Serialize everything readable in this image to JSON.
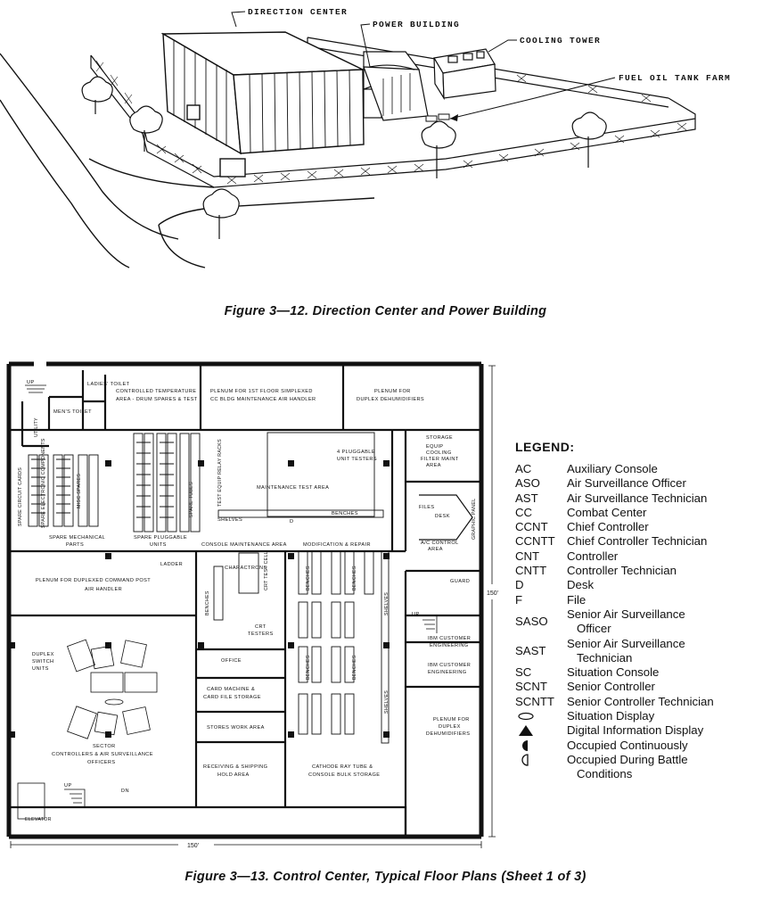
{
  "figure1": {
    "caption": "Figure 3—12. Direction Center and Power Building",
    "callouts": {
      "direction_center": "DIRECTION CENTER",
      "power_building": "POWER BUILDING",
      "cooling_tower": "COOLING TOWER",
      "fuel_oil_tank_farm": "FUEL OIL TANK FARM"
    }
  },
  "figure2": {
    "caption": "Figure 3—13. Control Center, Typical Floor Plans (Sheet 1 of 3)",
    "dimensions": {
      "width": "150'",
      "height": "150'"
    },
    "rooms": {
      "ladies_toilet": "LADIES' TOILET",
      "mens_toilet": "MEN'S TOILET",
      "utility": "UTILITY",
      "controlled_temp_1": "CONTROLLED TEMPERATURE",
      "controlled_temp_2": "AREA - DRUM SPARES & TEST",
      "plenum_first_1": "PLENUM FOR 1ST FLOOR SIMPLEXED",
      "plenum_first_2": "CC BLDG MAINTENANCE AIR HANDLER",
      "plenum_duplex_1": "PLENUM FOR",
      "plenum_duplex_2": "DUPLEX DEHUMIDIFIERS",
      "pluggable_testers_1": "4 PLUGGABLE",
      "pluggable_testers_2": "UNIT TESTERS",
      "storage": "STORAGE",
      "equip_cooling_1": "EQUIP",
      "equip_cooling_2": "COOLING",
      "equip_cooling_3": "FILTER MAINT",
      "equip_cooling_4": "AREA",
      "spare_circuit_cards": "SPARE CIRCUIT CARDS",
      "spare_electronic": "SPARE ELECTRONIC COMPONENTS",
      "misc_spares": "MISC SPARES",
      "spare_tubes": "SPARE TUBES",
      "test_equip": "TEST EQUIP RELAY RACKS",
      "maintenance_test_area": "MAINTENANCE TEST AREA",
      "benches": "BENCHES",
      "shelves": "SHELVES",
      "spare_mechanical_1": "SPARE MECHANICAL",
      "spare_mechanical_2": "PARTS",
      "spare_pluggable_1": "SPARE PLUGGABLE",
      "spare_pluggable_2": "UNITS",
      "console_maintenance": "CONSOLE MAINTENANCE AREA",
      "modification_repair": "MODIFICATION & REPAIR",
      "files": "FILES",
      "desk": "DESK",
      "ac_control_1": "A/C CONTROL",
      "ac_control_2": "AREA",
      "graphic_panel": "GRAPHIC PANEL",
      "guard": "GUARD",
      "up": "UP",
      "ladder": "LADDER",
      "plenum_duplexed_1": "PLENUM FOR DUPLEXED COMMAND POST",
      "plenum_duplexed_2": "AIR HANDLER",
      "characterons": "CHARACTRONS",
      "crt_test_cell": "CRT TEST CELL",
      "crt_testers_1": "CRT",
      "crt_testers_2": "TESTERS",
      "duplex_switch_1": "DUPLEX",
      "duplex_switch_2": "SWITCH",
      "duplex_switch_3": "UNITS",
      "office": "OFFICE",
      "card_machine_1": "CARD MACHINE &",
      "card_machine_2": "CARD FILE STORAGE",
      "stores_work": "STORES WORK AREA",
      "receiving_1": "RECEIVING & SHIPPING",
      "receiving_2": "HOLD AREA",
      "cathode_1": "CATHODE RAY TUBE &",
      "cathode_2": "CONSOLE BULK STORAGE",
      "ibm_customer_1": "IBM CUSTOMER",
      "ibm_customer_2": "ENGINEERING",
      "plenum_lower_1": "PLENUM FOR",
      "plenum_lower_2": "DUPLEX",
      "plenum_lower_3": "DEHUMIDIFIERS",
      "sector_1": "SECTOR",
      "sector_2": "CONTROLLERS & AIR SURVEILLANCE",
      "sector_3": "OFFICERS",
      "elevator": "ELEVATOR",
      "dn": "DN",
      "d_mark": "D"
    },
    "legend": {
      "title": "LEGEND:",
      "items": [
        {
          "code": "AC",
          "desc": "Auxiliary Console"
        },
        {
          "code": "ASO",
          "desc": "Air Surveillance Officer"
        },
        {
          "code": "AST",
          "desc": "Air Surveillance Technician"
        },
        {
          "code": "CC",
          "desc": "Combat Center"
        },
        {
          "code": "CCNT",
          "desc": "Chief Controller"
        },
        {
          "code": "CCNTT",
          "desc": "Chief Controller Technician"
        },
        {
          "code": "CNT",
          "desc": "Controller"
        },
        {
          "code": "CNTT",
          "desc": "Controller Technician"
        },
        {
          "code": "D",
          "desc": "Desk"
        },
        {
          "code": "F",
          "desc": "File"
        },
        {
          "code": "SASO",
          "desc": "Senior Air Surveillance",
          "desc2": "Officer"
        },
        {
          "code": "SAST",
          "desc": "Senior Air Surveillance",
          "desc2": "Technician"
        },
        {
          "code": "SC",
          "desc": "Situation Console"
        },
        {
          "code": "SCNT",
          "desc": "Senior Controller"
        },
        {
          "code": "SCNTT",
          "desc": "Senior Controller Technician"
        },
        {
          "symbol": "situation-display",
          "desc": "Situation Display"
        },
        {
          "symbol": "digital-info-display",
          "desc": "Digital Information Display"
        },
        {
          "symbol": "occupied-continuously",
          "desc": "Occupied Continuously"
        },
        {
          "symbol": "occupied-battle",
          "desc": "Occupied During Battle",
          "desc2": "Conditions"
        }
      ]
    }
  }
}
